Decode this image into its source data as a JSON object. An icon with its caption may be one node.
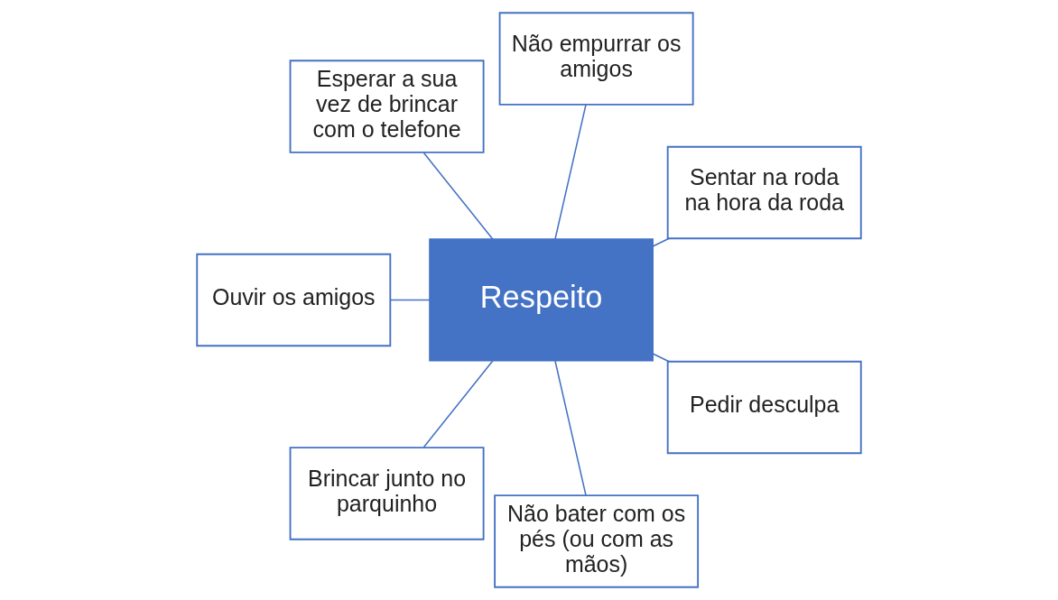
{
  "diagram": {
    "nodes": [
      {
        "text": [
          "Sentar na roda na hora da roda"
        ]
      },
      {
        "text": [
          "Não empurrar os amigos"
        ]
      },
      {
        "text": [
          "Esperar a sua vez de brincar com o telefone"
        ]
      },
      {
        "text": [
          "Ouvir os amigos"
        ]
      },
      {
        "text": [
          "Respeito"
        ]
      },
      {
        "text": [
          "Brincar junto no parquinho"
        ]
      },
      {
        "text": [
          "Não bater com os pés (ou com as mãos)"
        ]
      },
      {
        "text": [
          "Pedir desculpa"
        ]
      }
    ],
    "edges": [
      {
        "from": 4,
        "to": 1,
        "arrow": "none"
      },
      {
        "from": 4,
        "to": 0,
        "arrow": "none"
      },
      {
        "from": 4,
        "to": 2,
        "arrow": "none"
      },
      {
        "from": 4,
        "to": 3,
        "arrow": "none"
      },
      {
        "from": 4,
        "to": 5,
        "arrow": "none"
      },
      {
        "from": 4,
        "to": 6,
        "arrow": "none"
      },
      {
        "from": 4,
        "to": 7,
        "arrow": "none"
      }
    ]
  }
}
